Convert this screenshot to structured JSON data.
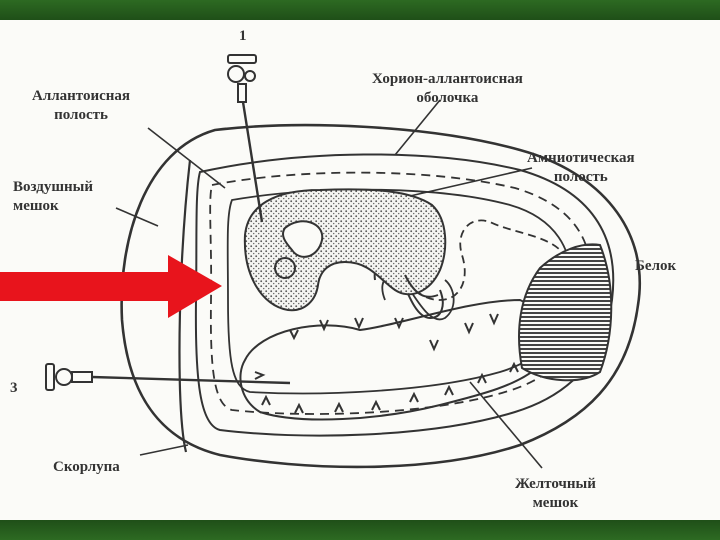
{
  "labels": {
    "pointer_1": "1",
    "pointer_3": "3",
    "allantoic_cavity": [
      "Аллантоисная",
      "полость"
    ],
    "chorion_allantoic": [
      "Хорион-аллантоисная",
      "оболочка"
    ],
    "amniotic_cavity": [
      "Амниотическая",
      "полость"
    ],
    "air_sac": [
      "Воздушный",
      "мешок"
    ],
    "albumen": "Белок",
    "shell": "Скорлупа",
    "yolk_sac": [
      "Желточный",
      "мешок"
    ]
  },
  "colors": {
    "frame": "#1f4f18",
    "background": "#fbfbf8",
    "ink": "#333333",
    "arrow": "#e8141c"
  }
}
